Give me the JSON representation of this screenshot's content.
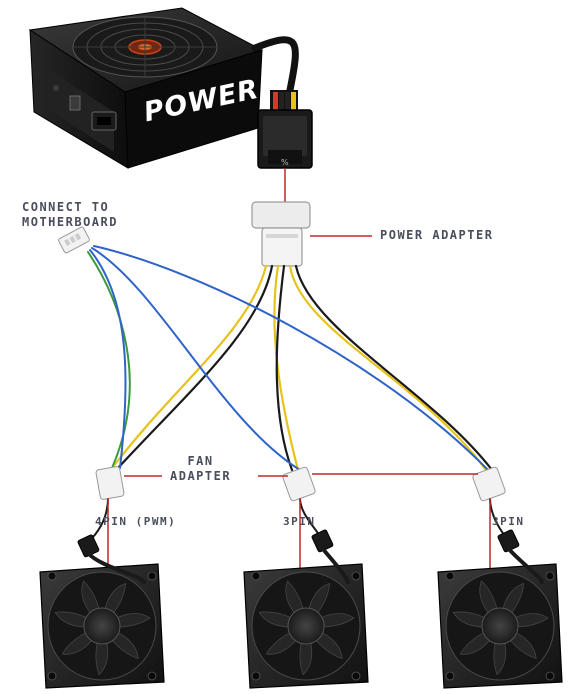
{
  "psu": {
    "brand_text": "POWER"
  },
  "labels": {
    "motherboard_line1": "CONNECT TO",
    "motherboard_line2": "MOTHERBOARD",
    "power_adapter": "POWER ADAPTER",
    "fan_adapter_line1": "FAN",
    "fan_adapter_line2": "ADAPTER",
    "fan_left": "4PIN (PWM)",
    "fan_middle": "3PIN",
    "fan_right": "3PIN"
  },
  "colors": {
    "wire_yellow": "#e8c21a",
    "wire_black": "#1a1a1a",
    "wire_blue": "#2f63c8",
    "wire_green": "#3c9a3c",
    "leader_red": "#c0282a"
  }
}
